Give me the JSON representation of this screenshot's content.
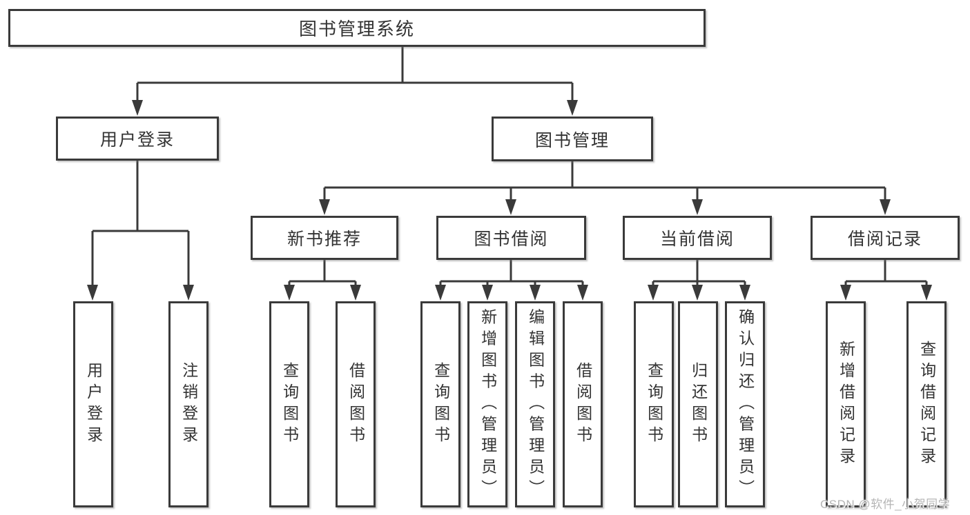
{
  "diagram": {
    "root": {
      "label": "图书管理系统"
    },
    "level2": {
      "user_login": {
        "label": "用户登录"
      },
      "book_mgmt": {
        "label": "图书管理"
      }
    },
    "level3": {
      "new_books": {
        "label": "新书推荐"
      },
      "book_borrow": {
        "label": "图书借阅"
      },
      "current_borrow": {
        "label": "当前借阅"
      },
      "borrow_records": {
        "label": "借阅记录"
      }
    },
    "leaves": {
      "user_login": [
        "用户登录",
        "注销登录"
      ],
      "new_books": [
        "查询图书",
        "借阅图书"
      ],
      "book_borrow": [
        "查询图书",
        "新增图书（管理员）",
        "编辑图书（管理员）",
        "借阅图书"
      ],
      "current_borrow": [
        "查询图书",
        "归还图书",
        "确认归还（管理员）"
      ],
      "borrow_records": [
        "新增借阅记录",
        "查询借阅记录"
      ]
    },
    "colors": {
      "line": "#3a3a3a",
      "text": "#333333"
    }
  },
  "watermark": {
    "text": "CSDN @软件_小贺同学",
    "color": "#b5b5b5"
  }
}
